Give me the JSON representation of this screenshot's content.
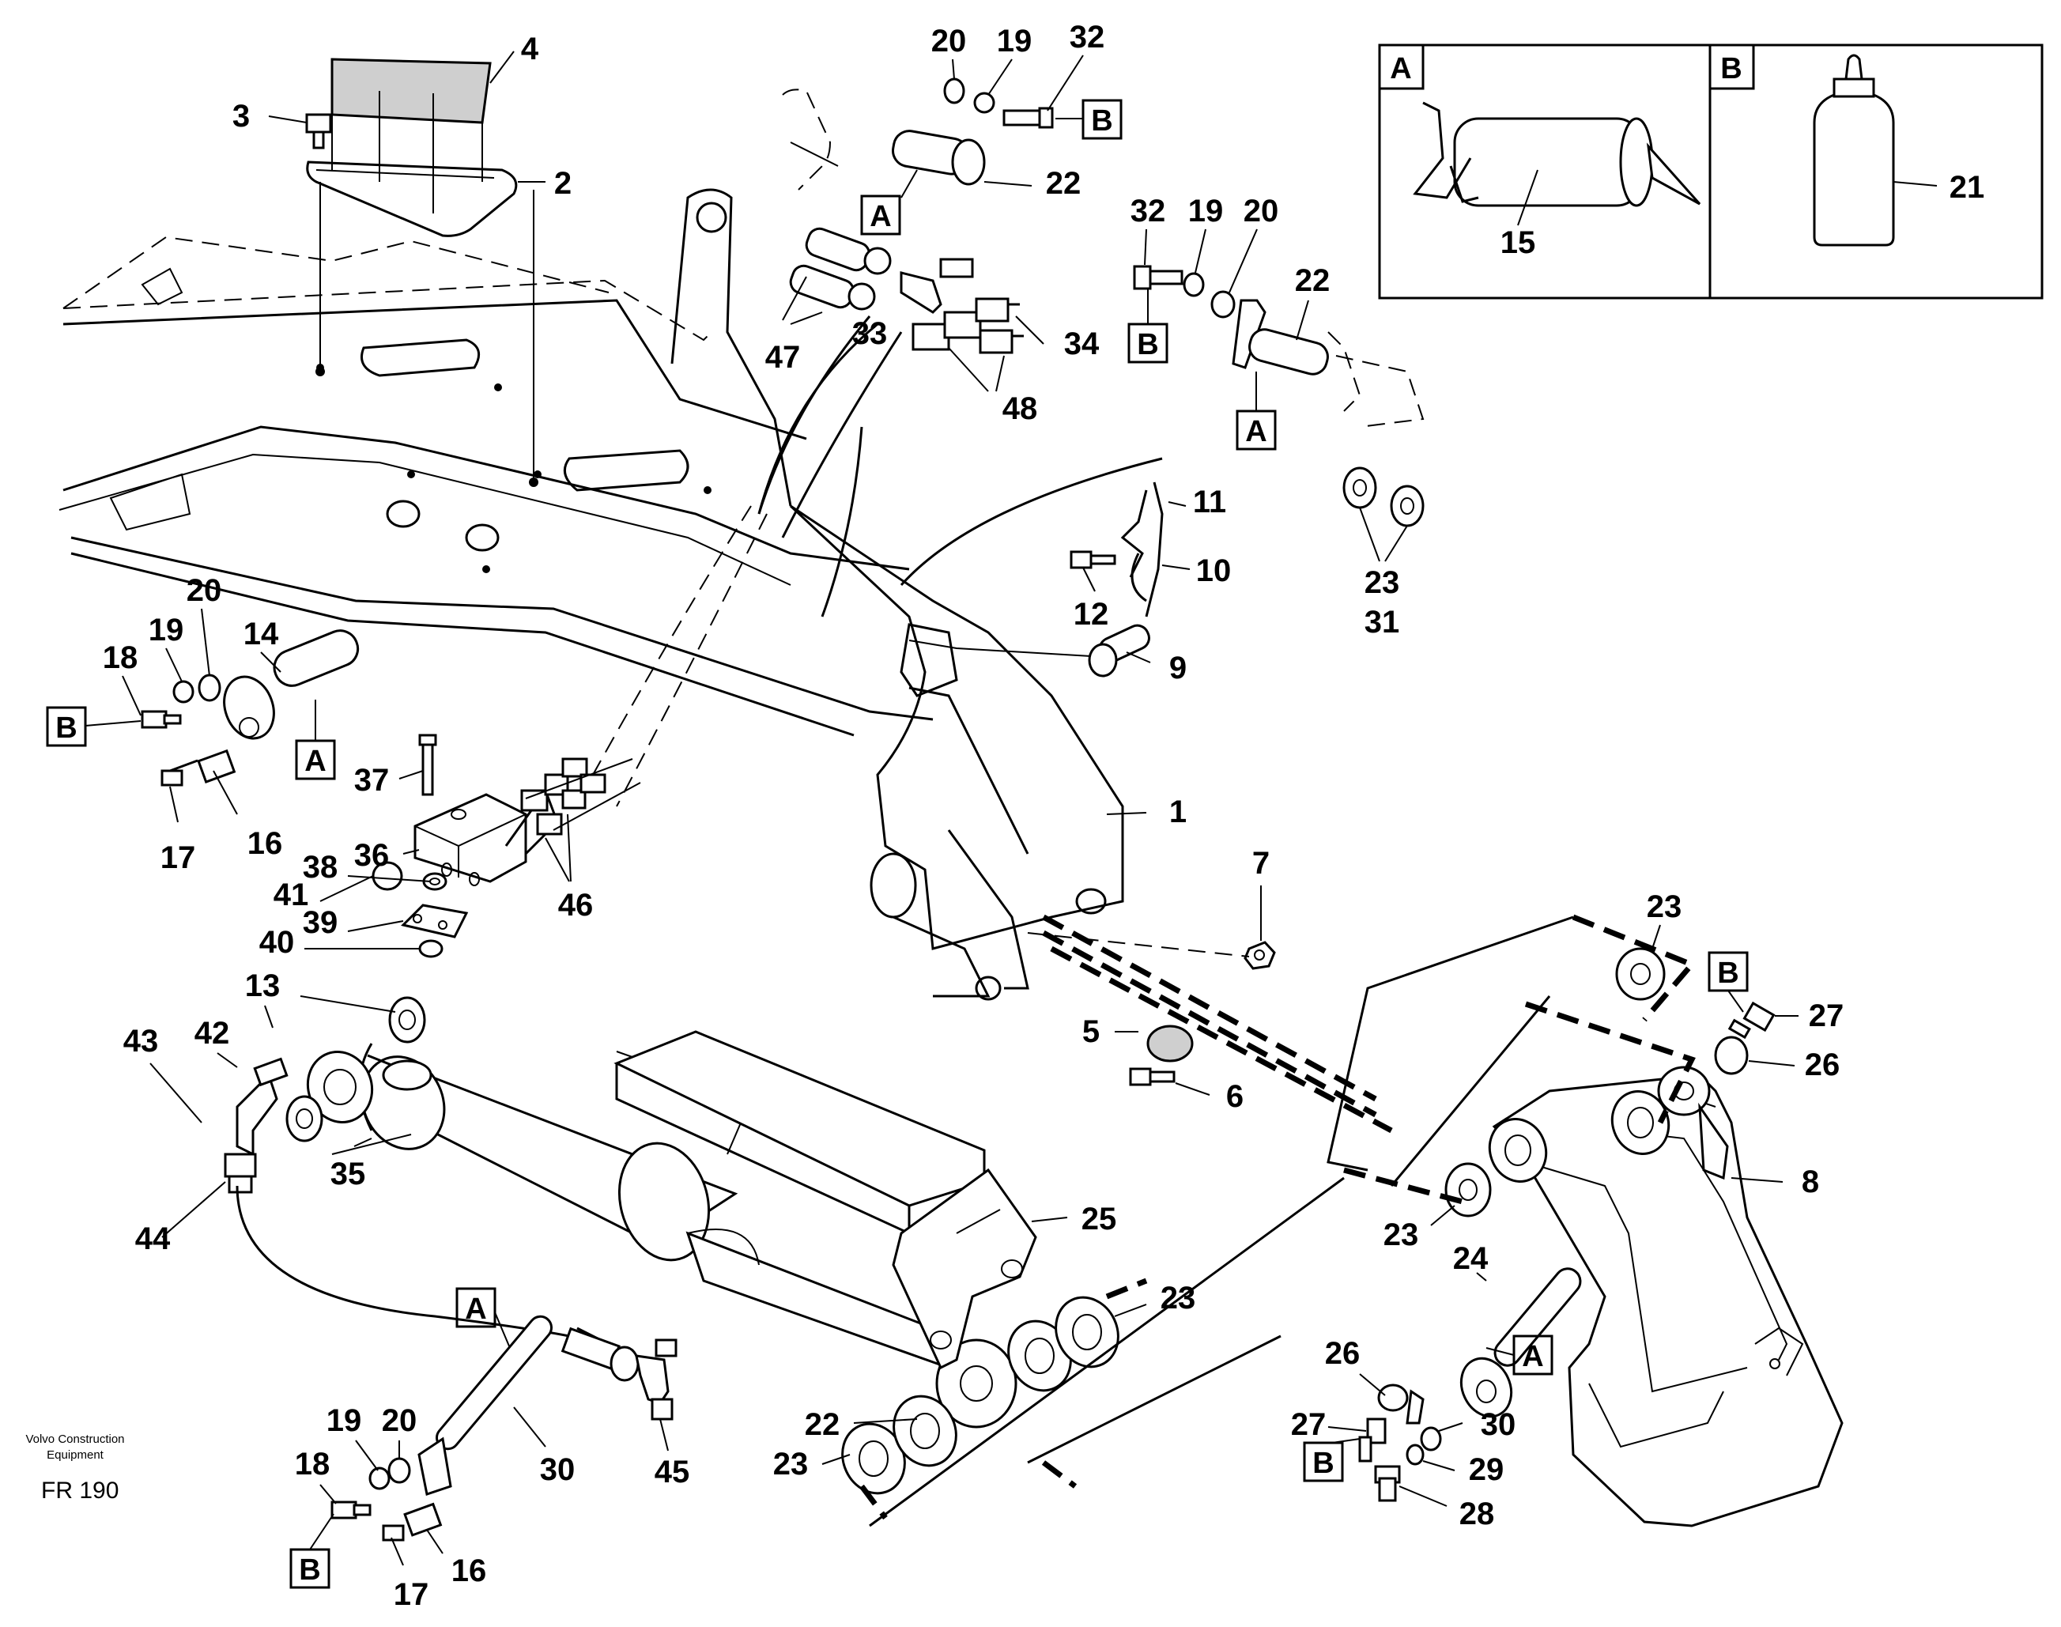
{
  "inset": {
    "panel_a_letter": "A",
    "panel_b_letter": "B",
    "panel_a_part": "15",
    "panel_b_part": "21"
  },
  "footer": {
    "brand_line1": "Volvo Construction",
    "brand_line2": "Equipment",
    "code": "FR 190"
  },
  "callouts": {
    "c1": "1",
    "c2": "2",
    "c3": "3",
    "c4": "4",
    "c5": "5",
    "c6": "6",
    "c7": "7",
    "c8": "8",
    "c9": "9",
    "c10": "10",
    "c11": "11",
    "c12": "12",
    "c13": "13",
    "c14": "14",
    "c16": "16",
    "c17": "17",
    "c18": "18",
    "c19": "19",
    "c20": "20",
    "c22": "22",
    "c23": "23",
    "c24": "24",
    "c25": "25",
    "c26": "26",
    "c27": "27",
    "c28": "28",
    "c29": "29",
    "c30": "30",
    "c31": "31",
    "c32": "32",
    "c33": "33",
    "c34": "34",
    "c35": "35",
    "c36": "36",
    "c37": "37",
    "c38": "38",
    "c39": "39",
    "c40": "40",
    "c41": "41",
    "c42": "42",
    "c43": "43",
    "c44": "44",
    "c45": "45",
    "c46": "46",
    "c47": "47",
    "c48": "48"
  },
  "tags": {
    "a": "A",
    "b": "B"
  }
}
